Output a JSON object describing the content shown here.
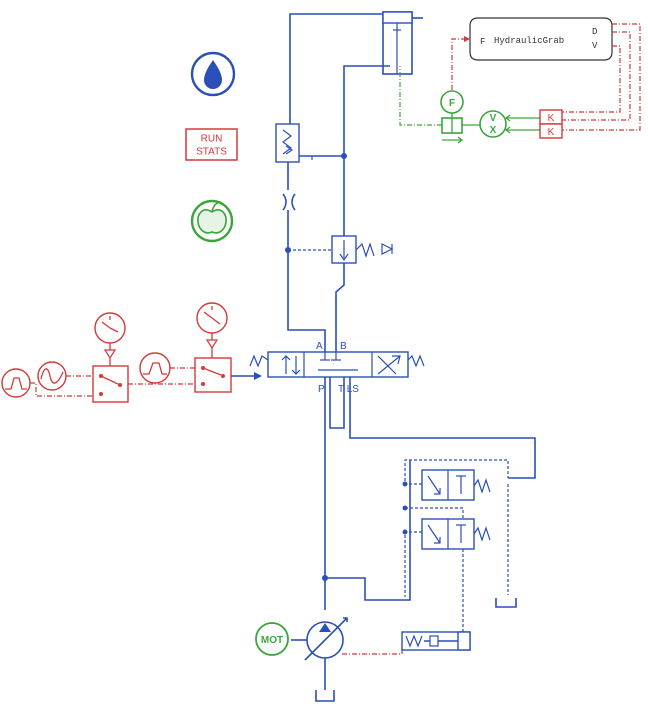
{
  "toolbar": {
    "run_stats_line1": "RUN",
    "run_stats_line2": "STATS"
  },
  "icons": {
    "fluid": "water-drop-icon",
    "stats": "run-stats-icon",
    "apple": "apple-icon"
  },
  "labels": {
    "port_a": "A",
    "port_b": "B",
    "port_p": "P",
    "port_t_ls": "T LS",
    "motor": "MOT",
    "grab_name": "HydraulicGrab",
    "grab_in_f": "F",
    "grab_out_d": "D",
    "grab_out_v": "V",
    "sensor_f": "F",
    "sensor_v": "V",
    "sensor_x": "X",
    "gain_k1": "K",
    "gain_k2": "K"
  },
  "colors": {
    "hydraulic": "#2b4fb8",
    "signal": "#d23a3a",
    "mechanical": "#3aa63a"
  }
}
